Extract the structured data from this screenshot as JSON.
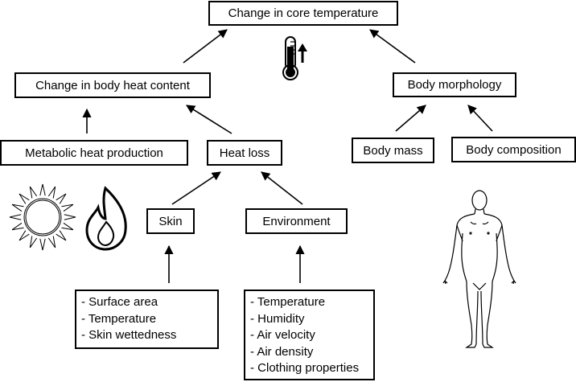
{
  "nodes": {
    "core_temp": "Change in core temperature",
    "body_heat": "Change in body heat content",
    "body_morph": "Body morphology",
    "metabolic": "Metabolic heat production",
    "heat_loss": "Heat loss",
    "body_mass": "Body mass",
    "body_comp": "Body composition",
    "skin": "Skin",
    "environment": "Environment"
  },
  "skin_factors": [
    "- Surface area",
    "- Temperature",
    "- Skin wettedness"
  ],
  "env_factors": [
    "- Temperature",
    "- Humidity",
    "- Air velocity",
    "- Air density",
    "- Clothing properties"
  ],
  "icons": [
    "thermometer-up-icon",
    "sun-icon",
    "flame-icon",
    "human-figure-icon"
  ]
}
